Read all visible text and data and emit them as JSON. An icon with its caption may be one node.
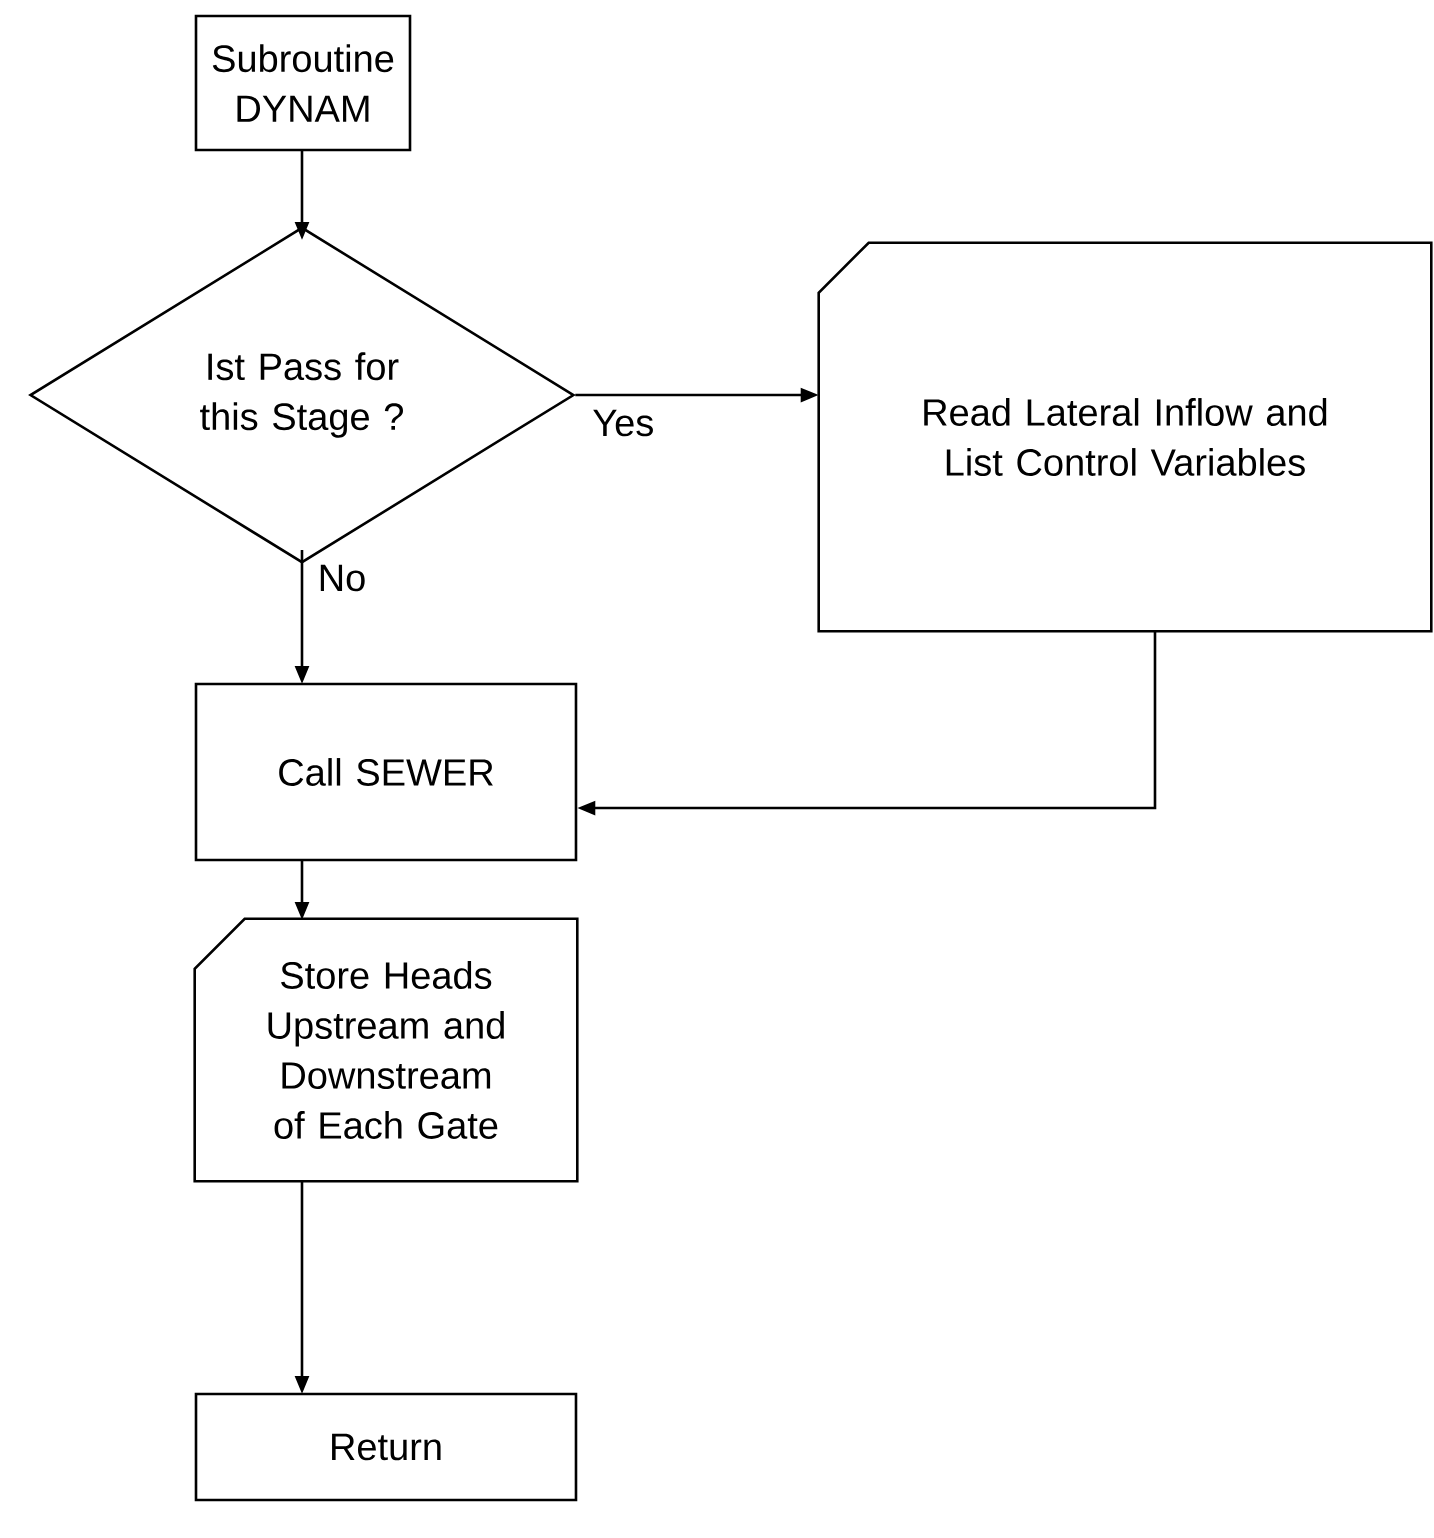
{
  "diagram": {
    "nodes": [
      {
        "text": [
          "Subroutine DYNAM"
        ]
      },
      {
        "text": [
          "Ist Pass for this Stage ?"
        ]
      },
      {
        "text": [
          "Read Lateral Inflow and List Control Variables"
        ]
      },
      {
        "text": [
          "Call SEWER"
        ]
      },
      {
        "text": [
          "Store Heads Upstream and Downstream of Each Gate"
        ]
      },
      {
        "text": [
          "Return"
        ]
      }
    ],
    "edges": [
      {
        "from": 0,
        "to": 1,
        "arrow": "to"
      },
      {
        "from": 1,
        "to": 2,
        "arrow": "to",
        "label": "Yes"
      },
      {
        "from": 1,
        "to": 3,
        "arrow": "to",
        "label": "No"
      },
      {
        "from": 2,
        "to": 3,
        "arrow": "to"
      },
      {
        "from": 3,
        "to": 4,
        "arrow": "to"
      },
      {
        "from": 4,
        "to": 5,
        "arrow": "to"
      }
    ]
  }
}
